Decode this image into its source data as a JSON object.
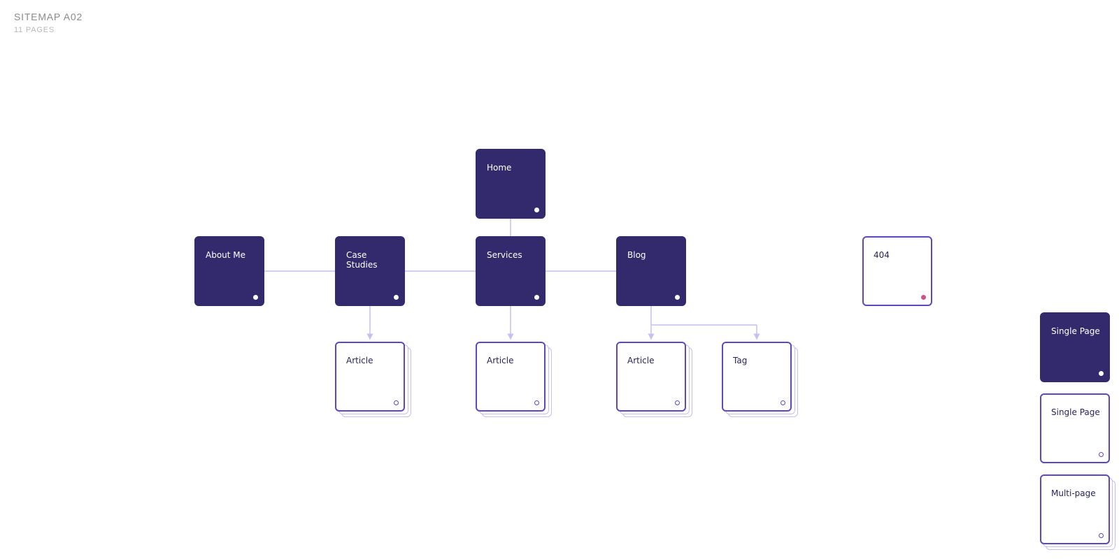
{
  "title": "SITEMAP A02",
  "subtitle": "11 PAGES",
  "colors": {
    "node_fill": "#332a6e",
    "node_outline": "#5a49c2",
    "connector": "#c6bff0",
    "error_dot": "#c9558a",
    "title_text": "#8a8a8a"
  },
  "nodes": {
    "home": {
      "label": "Home",
      "style": "filled"
    },
    "about_me": {
      "label": "About Me",
      "style": "filled"
    },
    "case_studies": {
      "label": "Case\nStudies",
      "style": "filled"
    },
    "services": {
      "label": "Services",
      "style": "filled"
    },
    "blog": {
      "label": "Blog",
      "style": "filled"
    },
    "case_studies_article": {
      "label": "Article",
      "style": "outline-multi"
    },
    "services_article": {
      "label": "Article",
      "style": "outline-multi"
    },
    "blog_article": {
      "label": "Article",
      "style": "outline-multi"
    },
    "blog_tag": {
      "label": "Tag",
      "style": "outline-multi"
    },
    "page_404": {
      "label": "404",
      "style": "outline"
    }
  },
  "legend": {
    "single_page_filled": {
      "label": "Single Page",
      "style": "filled"
    },
    "single_page_outline": {
      "label": "Single Page",
      "style": "outline"
    },
    "multi_page": {
      "label": "Multi-page",
      "style": "outline-multi"
    }
  }
}
